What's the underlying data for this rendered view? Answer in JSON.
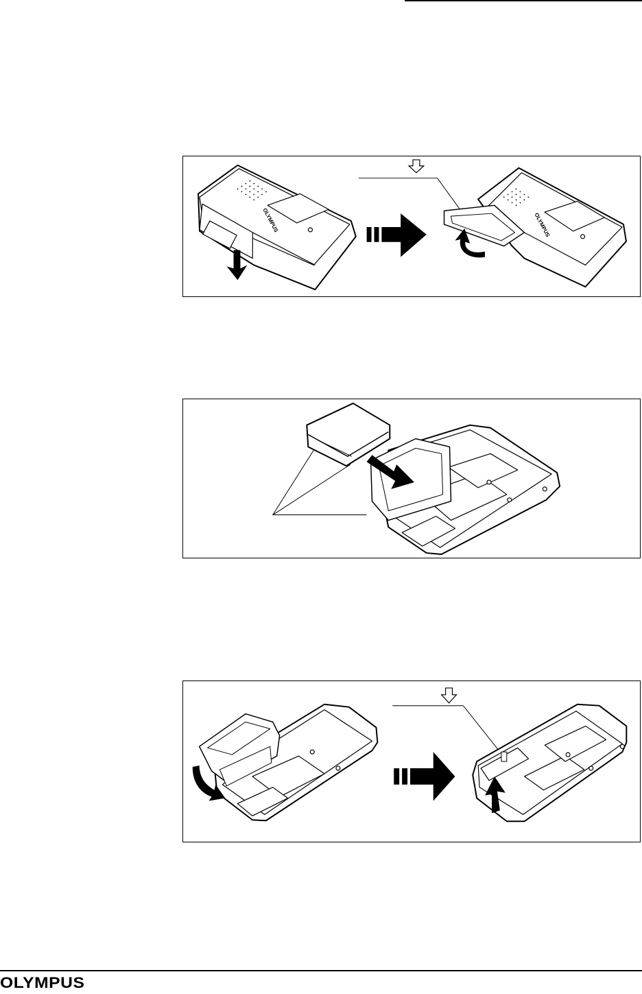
{
  "header": {
    "rule": true
  },
  "figures": [
    {
      "id": "fig1",
      "description_icons": [
        "down-arrow-icon",
        "transition-arrow-icon",
        "curved-arrow-icon",
        "push-marker-icon"
      ]
    },
    {
      "id": "fig2",
      "description_icons": [
        "insert-arrow-icon"
      ]
    },
    {
      "id": "fig3",
      "description_icons": [
        "curved-arrow-icon",
        "transition-arrow-icon",
        "up-arrow-icon",
        "push-marker-icon"
      ]
    }
  ],
  "device": {
    "brand_label": "OLYMPUS"
  },
  "footer": {
    "logo_text": "OLYMPUS"
  }
}
